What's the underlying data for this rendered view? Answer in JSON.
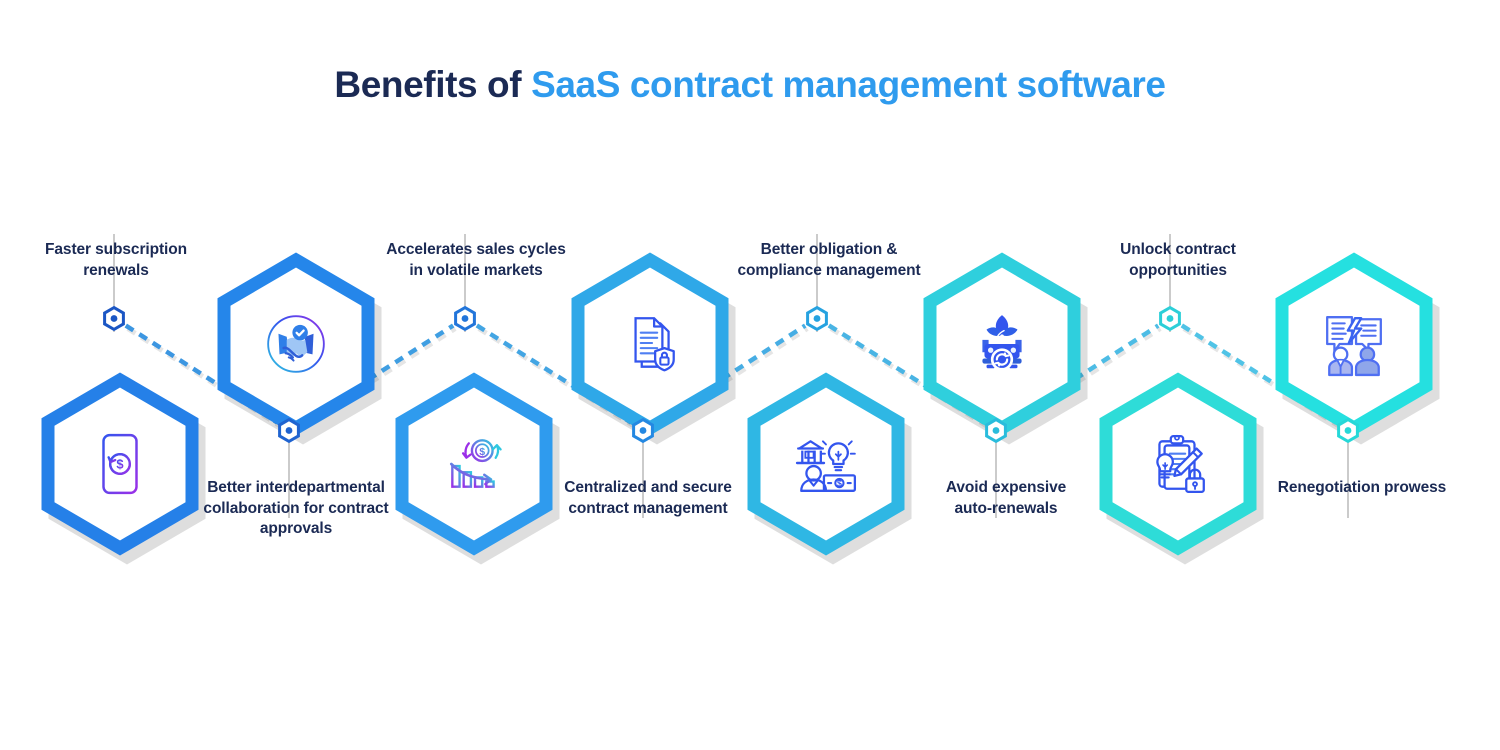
{
  "title": {
    "lead": "Benefits of ",
    "accent": "SaaS contract management software"
  },
  "colors": {
    "title_dark": "#1b2a54",
    "title_accent": "#2f9bee",
    "caption": "#1b2a54",
    "leader_line": "#a8a8a8",
    "hex_1": "#2580e8",
    "hex_2": "#2586ea",
    "hex_3": "#2f9bee",
    "hex_4": "#2fa8e8",
    "hex_5": "#2fb7e4",
    "hex_6": "#2fcfdd",
    "hex_7": "#2edcd8",
    "hex_8": "#25e0e0",
    "node_1": "#1b56c4",
    "node_8": "#25d8d8",
    "icon_blue": "#3355ee",
    "icon_purple": "#9b2fe8",
    "icon_cyan": "#2fc8e0"
  },
  "nodes": [
    {
      "id": "faster-subscription-renewals",
      "caption": "Faster subscription\nrenewals",
      "icon": "phone-refresh-dollar-icon",
      "hex_color": "#2580e8",
      "marker_color": "#1b56c4",
      "row": "bottom"
    },
    {
      "id": "better-interdepartmental-collaboration",
      "caption": "Better interdepartmental\ncollaboration for contract\napprovals",
      "icon": "handshake-check-icon",
      "hex_color": "#2586ea",
      "marker_color": "#1f63d0",
      "row": "top"
    },
    {
      "id": "accelerates-sales-cycles",
      "caption": "Accelerates sales cycles\nin volatile markets",
      "icon": "declining-bar-chart-dollar-icon",
      "hex_color": "#2f9bee",
      "marker_color": "#2275da",
      "row": "bottom"
    },
    {
      "id": "centralized-secure-contract-management",
      "caption": "Centralized and secure\ncontract management",
      "icon": "documents-shield-lock-icon",
      "hex_color": "#2fa8e8",
      "marker_color": "#2488e2",
      "row": "top"
    },
    {
      "id": "better-obligation-compliance",
      "caption": "Better obligation &\ncompliance management",
      "icon": "bank-lightbulb-person-money-icon",
      "hex_color": "#2fb7e4",
      "marker_color": "#26a2e0",
      "row": "bottom"
    },
    {
      "id": "avoid-expensive-auto-renewals",
      "caption": "Avoid expensive\nauto-renewals",
      "icon": "eco-car-renewal-icon",
      "hex_color": "#2fcfdd",
      "marker_color": "#29bcdc",
      "row": "top"
    },
    {
      "id": "unlock-contract-opportunities",
      "caption": "Unlock contract\nopportunities",
      "icon": "clipboard-pencil-lightbulb-lock-icon",
      "hex_color": "#2edcd8",
      "marker_color": "#2ccfd8",
      "row": "bottom"
    },
    {
      "id": "renegotiation-prowess",
      "caption": "Renegotiation prowess",
      "icon": "negotiation-speech-bubbles-icon",
      "hex_color": "#25e0e0",
      "marker_color": "#25d8d8",
      "row": "top"
    }
  ]
}
